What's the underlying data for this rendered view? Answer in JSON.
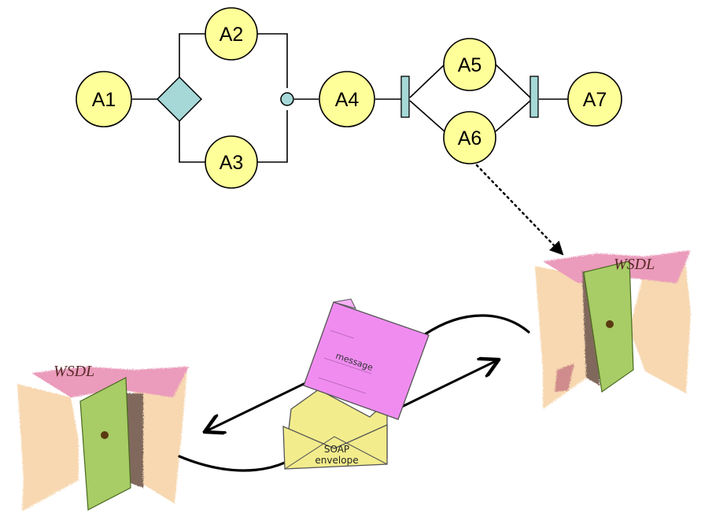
{
  "workflow": {
    "nodes": [
      "A1",
      "A2",
      "A3",
      "A4",
      "A5",
      "A6",
      "A7"
    ],
    "colors": {
      "node_fill": "#ffff99",
      "gateway_fill": "#a6d8d8",
      "bar_fill": "#a6d8d8",
      "line": "#000000"
    }
  },
  "services": {
    "right_label": "WSDL",
    "left_label": "WSDL",
    "colors": {
      "door": "#a8cc66",
      "roof": "#e05a8a",
      "wall": "#f4c89a"
    }
  },
  "message": {
    "label": "message",
    "color": "#f08cf0"
  },
  "envelope": {
    "line1": "SOAP",
    "line2": "envelope",
    "color": "#f2ec8c"
  }
}
